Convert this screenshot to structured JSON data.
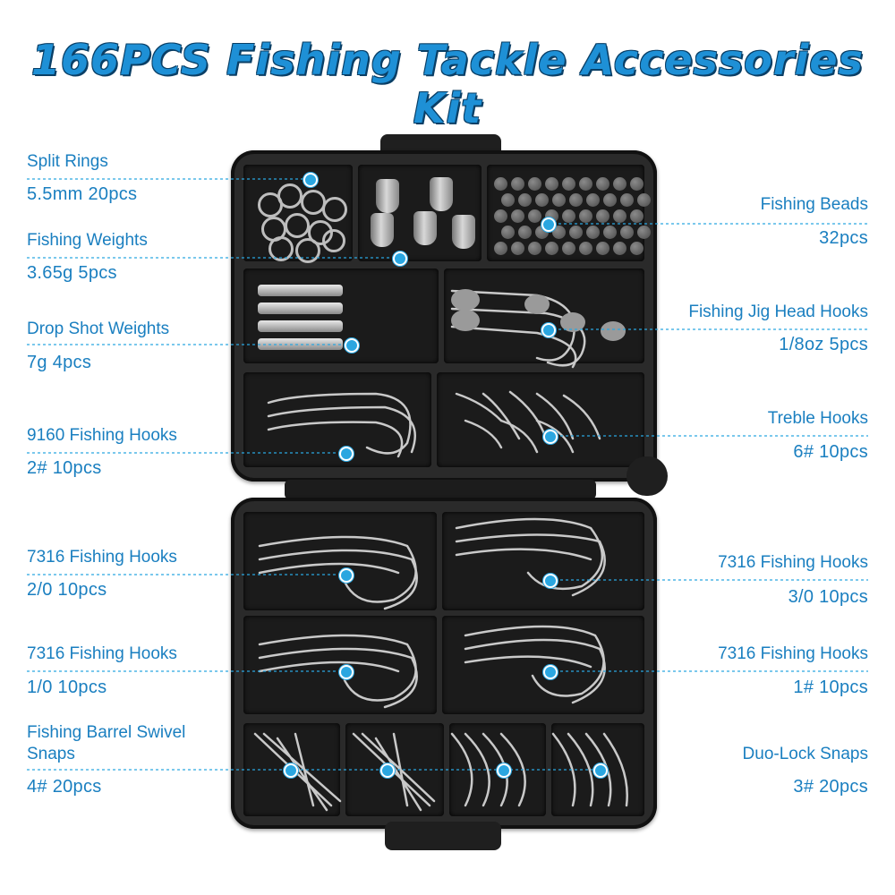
{
  "title": "166PCS Fishing Tackle Accessories Kit",
  "colors": {
    "label": "#1a7fc0",
    "title": "#1e90d6",
    "leader": "#2aa6e0",
    "box": "#2a2a2a"
  },
  "items": {
    "split_rings": {
      "name": "Split Rings",
      "qty": "5.5mm 20pcs"
    },
    "fishing_weights": {
      "name": "Fishing Weights",
      "qty": "3.65g 5pcs"
    },
    "drop_shot_weights": {
      "name": "Drop Shot Weights",
      "qty": "7g 4pcs"
    },
    "hooks_9160": {
      "name": "9160 Fishing Hooks",
      "qty": "2# 10pcs"
    },
    "hooks_7316_20": {
      "name": "7316 Fishing Hooks",
      "qty": "2/0 10pcs"
    },
    "hooks_7316_10": {
      "name": "7316 Fishing Hooks",
      "qty": "1/0 10pcs"
    },
    "barrel_swivel": {
      "name_line1": "Fishing Barrel Swivel",
      "name_line2": "Snaps",
      "qty": "4#  20pcs"
    },
    "fishing_beads": {
      "name": "Fishing Beads",
      "qty": "32pcs"
    },
    "jig_head_hooks": {
      "name": "Fishing Jig Head Hooks",
      "qty": "1/8oz  5pcs"
    },
    "treble_hooks": {
      "name": "Treble Hooks",
      "qty": "6#  10pcs"
    },
    "hooks_7316_30": {
      "name": "7316 Fishing Hooks",
      "qty": "3/0  10pcs"
    },
    "hooks_7316_1": {
      "name": "7316 Fishing Hooks",
      "qty": "1#  10pcs"
    },
    "duo_lock": {
      "name": "Duo-Lock Snaps",
      "qty": "3#  20pcs"
    }
  }
}
